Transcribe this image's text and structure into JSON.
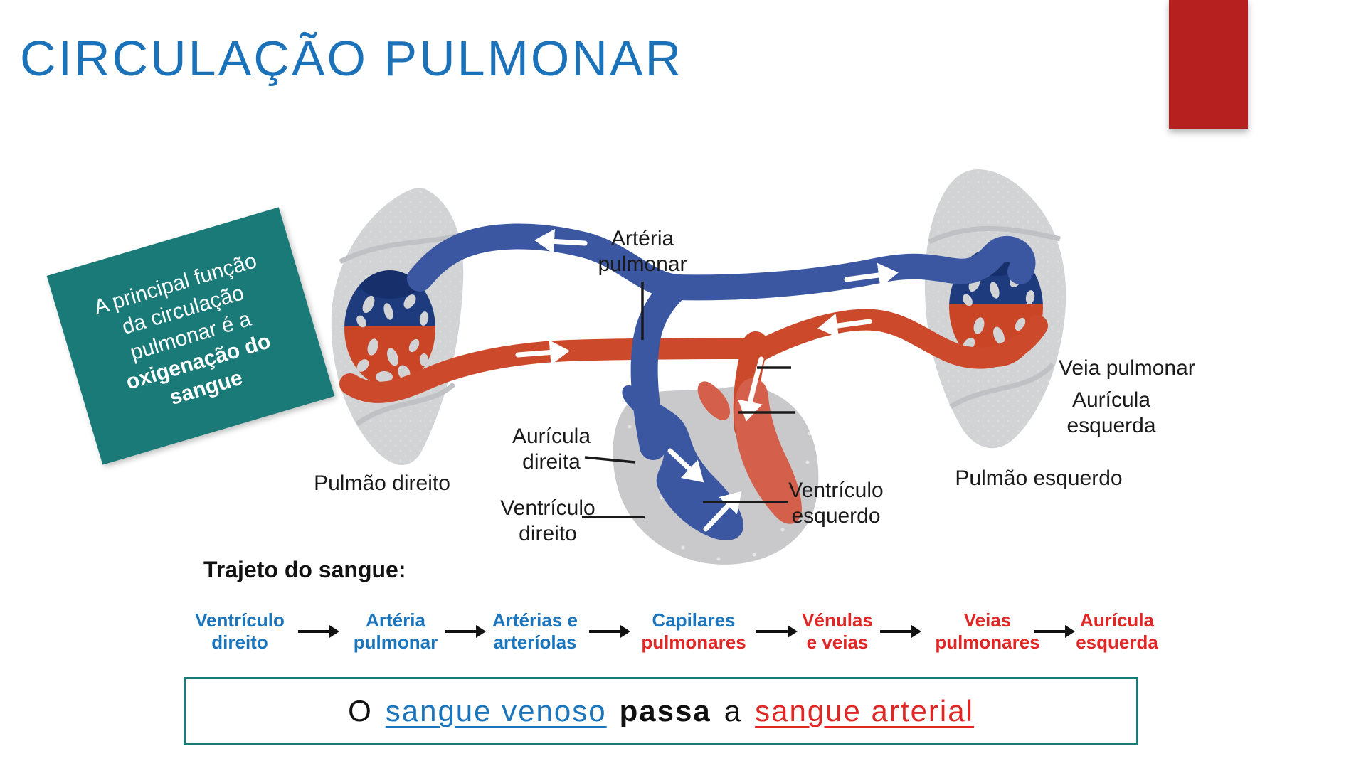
{
  "slide": {
    "title": "CIRCULAÇÃO PULMONAR"
  },
  "note": {
    "regular": "A principal função\nda circulação\npulmonar é a",
    "bold": "oxigenação do\nsangue"
  },
  "diagram": {
    "labels": {
      "arteria_pulmonar": "Artéria\npulmonar",
      "veia_pulmonar": "Veia pulmonar",
      "auricula_esquerda": "Aurícula\nesquerda",
      "auricula_direita": "Aurícula\ndireita",
      "ventriculo_direito": "Ventrículo\ndireito",
      "ventriculo_esquerdo": "Ventrículo\nesquerdo",
      "pulmao_direito": "Pulmão direito",
      "pulmao_esquerdo": "Pulmão esquerdo"
    }
  },
  "trajeto": {
    "heading": "Trajeto do sangue:",
    "steps": [
      {
        "line1": "Ventrículo",
        "line2": "direito"
      },
      {
        "line1": "Artéria",
        "line2": "pulmonar"
      },
      {
        "line1": "Artérias e",
        "line2": "arteríolas"
      },
      {
        "line1": "Capilares",
        "line2": "pulmonares"
      },
      {
        "line1": "Vénulas",
        "line2": "e veias"
      },
      {
        "line1": "Veias",
        "line2": "pulmonares"
      },
      {
        "line1": "Aurícula",
        "line2": "esquerda"
      }
    ]
  },
  "conclusion": {
    "prefix": "O",
    "venoso": "sangue venoso",
    "passa": "passa",
    "connector": "a",
    "arterial": "sangue arterial"
  },
  "colors": {
    "title_blue": "#1b72b8",
    "accent_red": "#b6201e",
    "note_teal": "#197a78",
    "flow_blue": "#1b75bc",
    "flow_red": "#e12626",
    "vessel_blue": "#3b57a2",
    "vessel_navy": "#1e3b7d",
    "vessel_red": "#cc4a2b",
    "heart_red": "#d4604c",
    "lung_gray": "#d2d3d5"
  }
}
